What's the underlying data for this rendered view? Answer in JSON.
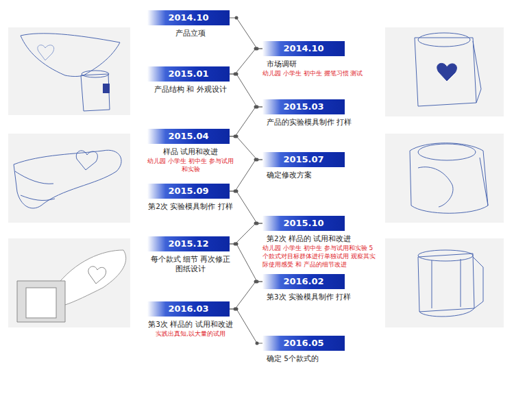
{
  "diagram": {
    "nodes": [
      {
        "text": [
          "2014.10",
          "产品立项"
        ]
      },
      {
        "text": [
          "2014.10",
          "市场调研",
          "幼儿园 小学生 初中生 握笔习惯 测试"
        ]
      },
      {
        "text": [
          "2015.01",
          "产品结构 和 外观设计"
        ]
      },
      {
        "text": [
          "2015.03",
          "产品的实验模具制作 打样"
        ]
      },
      {
        "text": [
          "2015.04",
          "样品 试用和改进",
          "幼儿园 小学生 初中生 参与试用和实验"
        ]
      },
      {
        "text": [
          "2015.07",
          "确定修改方案"
        ]
      },
      {
        "text": [
          "2015.09",
          "第2次 实验模具制作 打样"
        ]
      },
      {
        "text": [
          "2015.10",
          "第2次 样品的 试用和改进",
          "幼儿园 小学生 初中生 参与试用和实验 5个款式对目标群体进行单独试用 观察其实际使用感受 和 产品的细节改进"
        ]
      },
      {
        "text": [
          "2015.12",
          "每个款式 细节 再次修正 图纸设计"
        ]
      },
      {
        "text": [
          "2016.02",
          "第3次 实验模具制作 打样"
        ]
      },
      {
        "text": [
          "2016.03",
          "第3次 样品的 试用和改进",
          "实践出真知,以大量的试用"
        ]
      },
      {
        "text": [
          "2016.05",
          "确定 5个款式的"
        ]
      }
    ],
    "edges": [
      {
        "from": 0,
        "to": 1,
        "arrow": "none"
      },
      {
        "from": 1,
        "to": 2,
        "arrow": "none"
      },
      {
        "from": 2,
        "to": 3,
        "arrow": "none"
      },
      {
        "from": 3,
        "to": 4,
        "arrow": "none"
      },
      {
        "from": 4,
        "to": 5,
        "arrow": "none"
      },
      {
        "from": 5,
        "to": 6,
        "arrow": "none"
      },
      {
        "from": 6,
        "to": 7,
        "arrow": "none"
      },
      {
        "from": 7,
        "to": 8,
        "arrow": "none"
      },
      {
        "from": 8,
        "to": 9,
        "arrow": "none"
      },
      {
        "from": 9,
        "to": 10,
        "arrow": "none"
      },
      {
        "from": 10,
        "to": 11,
        "arrow": "none"
      }
    ]
  }
}
